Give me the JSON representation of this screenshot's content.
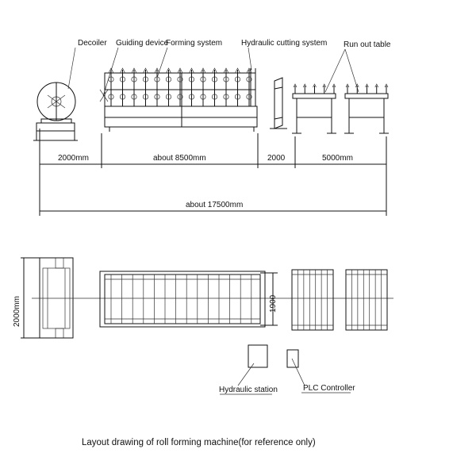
{
  "labels": {
    "decoiler": "Decoiler",
    "guiding_device": "Guiding device",
    "forming_system": "Forming system",
    "hydraulic_cutting": "Hydraulic cutting system",
    "run_out_table": "Run out table",
    "hydraulic_station": "Hydraulic station",
    "plc_controller": "PLC Controller"
  },
  "dimensions": {
    "decoiler_gap": "2000mm",
    "forming_length": "about 8500mm",
    "cutting_gap": "2000",
    "table_length": "5000mm",
    "total_length": "about 17500mm",
    "decoiler_width": "2000mm",
    "forming_width": "1900"
  },
  "caption": "Layout drawing of roll forming machine(for reference only)"
}
